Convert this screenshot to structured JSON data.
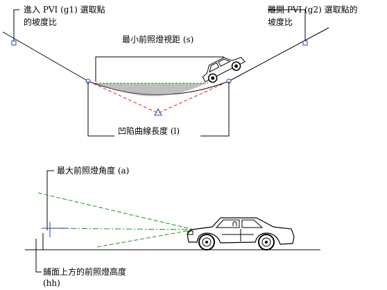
{
  "labels": {
    "g1_line1": "進入 PVI (g1) 選取點",
    "g1_line2": "的坡度比",
    "g2_line1": "離開 PVI (g2) 選取點的",
    "g2_line2": "坡度比",
    "sight_distance": "最小前照燈視距 (s)",
    "curve_length": "凹陷曲線長度 (l)",
    "headlight_angle": "最大前照燈角度 (a)",
    "headlight_height_line1": "鋪面上方的前照燈高度",
    "headlight_height_line2": "(hh)"
  },
  "colors": {
    "line": "#000000",
    "point_marker": "#1f3fbf",
    "pvi_dashed": "#e02020",
    "headlight_beam": "#1f8f1f",
    "fill_area": "#8a8a8a"
  }
}
